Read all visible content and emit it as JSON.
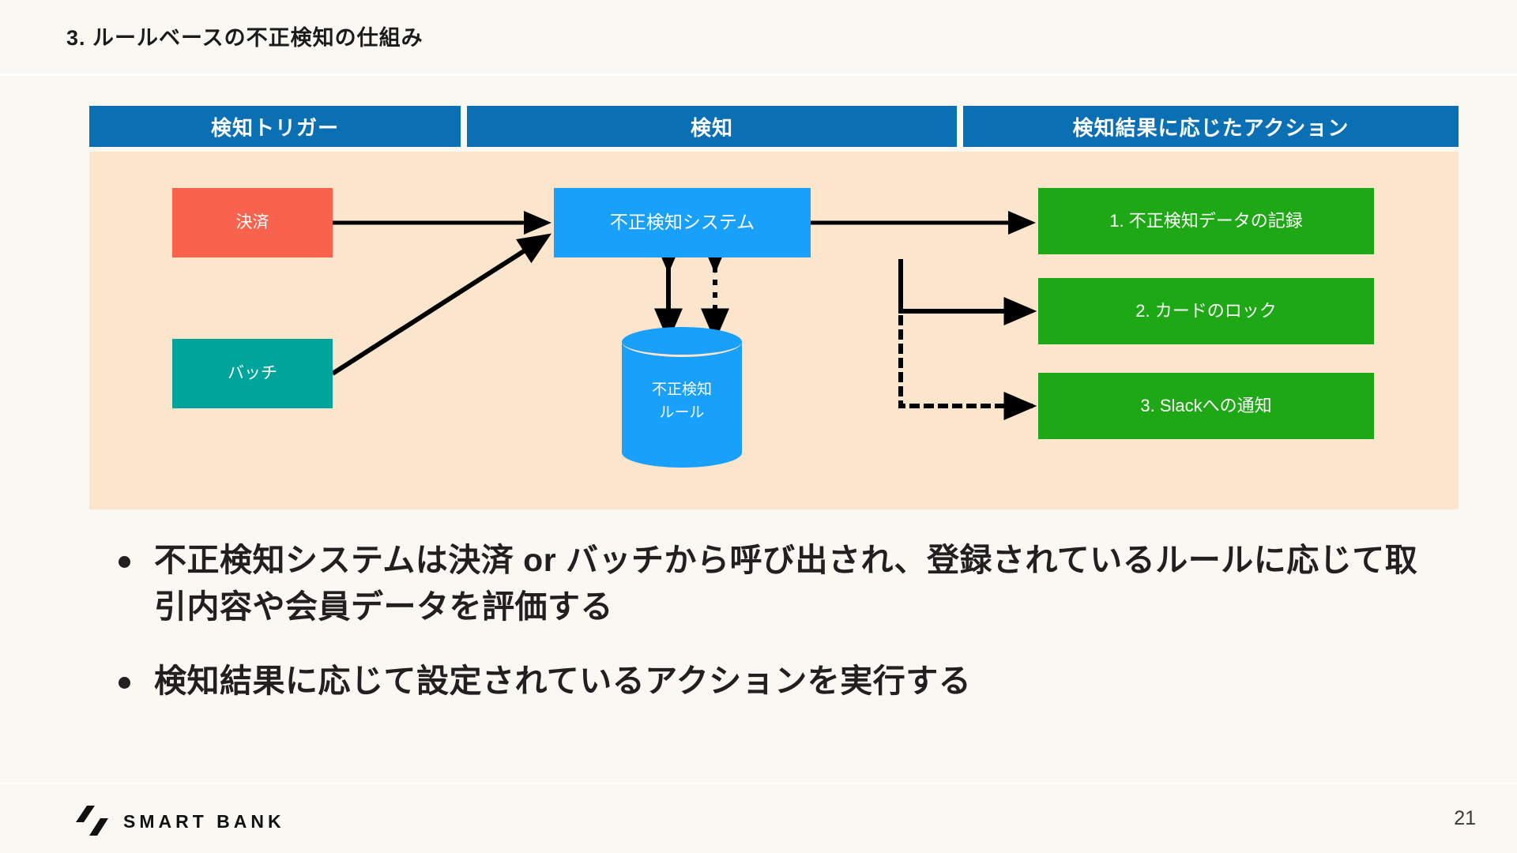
{
  "slide": {
    "title": "3. ルールベースの不正検知の仕組み",
    "page_number": "21",
    "background_color": "#FAF8F2"
  },
  "diagram": {
    "panel_color": "#FBE5CC",
    "header_color": "#0B6FB4",
    "columns": [
      {
        "label": "検知トリガー"
      },
      {
        "label": "検知"
      },
      {
        "label": "検知結果に応じたアクション"
      }
    ],
    "triggers": [
      {
        "label": "決済",
        "color": "#F9634E"
      },
      {
        "label": "バッチ",
        "color": "#00A49B"
      }
    ],
    "system": {
      "label": "不正検知システム",
      "color": "#18A0FB"
    },
    "database": {
      "line1": "不正検知",
      "line2": "ルール",
      "color": "#18A0FB"
    },
    "actions": [
      {
        "label": "1. 不正検知データの記録",
        "color": "#1EA816"
      },
      {
        "label": "2. カードのロック",
        "color": "#1EA816"
      },
      {
        "label": "3. Slackへの通知",
        "color": "#1EA816"
      }
    ]
  },
  "bullets": [
    "不正検知システムは決済 or バッチから呼び出され、登録されているルールに応じて取引内容や会員データを評価する",
    "検知結果に応じて設定されているアクションを実行する"
  ],
  "footer": {
    "brand": "SMART BANK"
  }
}
